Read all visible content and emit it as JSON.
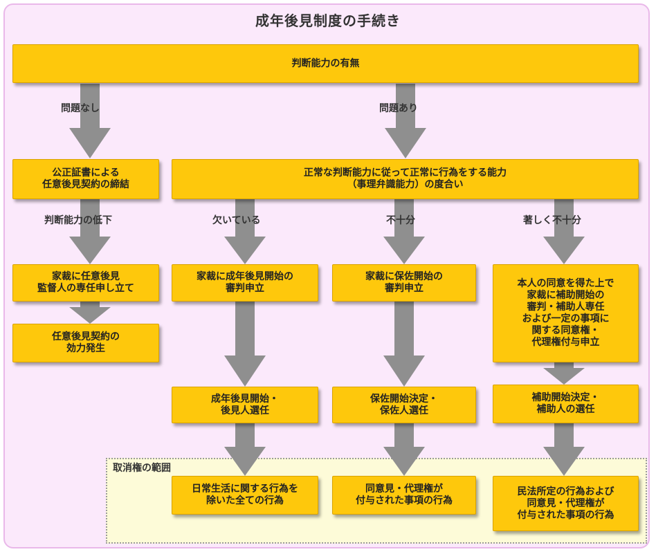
{
  "title": "成年後見制度の手続き",
  "top": "判断能力の有無",
  "branches": {
    "no_problem": "問題なし",
    "problem": "問題あり"
  },
  "left": {
    "contract": "公正証書による\n任意後見契約の締結",
    "decline": "判断能力の低下",
    "petition": "家裁に任意後見\n監督人の専任申し立て",
    "effect": "任意後見契約の\n効力発生"
  },
  "capacity": "正常な判断能力に従って正常に行為をする能力\n（事理弁識能力）の度合い",
  "levels": {
    "lacking": "欠いている",
    "insufficient": "不十分",
    "very_insufficient": "著しく不十分"
  },
  "col1": {
    "petition": "家裁に成年後見開始の\n審判申立",
    "decision": "成年後見開始・\n後見人選任",
    "scope": "日常生活に関する行為を\n除いた全ての行為"
  },
  "col2": {
    "petition": "家裁に保佐開始の\n審判申立",
    "decision": "保佐開始決定・\n保佐人選任",
    "scope": "同意見・代理権が\n付与された事項の行為"
  },
  "col3": {
    "petition": "本人の同意を得た上で\n家裁に補助開始の\n審判・補助人専任\nおよび一定の事項に\n関する同意権・\n代理権付与申立",
    "decision": "補助開始決定・\n補助人の選任",
    "scope": "民法所定の行為および\n同意見・代理権が\n付与された事項の行為"
  },
  "revocation_scope": "取消権の範囲",
  "colors": {
    "box": "#fec80c",
    "arrow": "#8f8f8f",
    "background": "#fbe9fb",
    "zone": "#fdfbd8"
  }
}
